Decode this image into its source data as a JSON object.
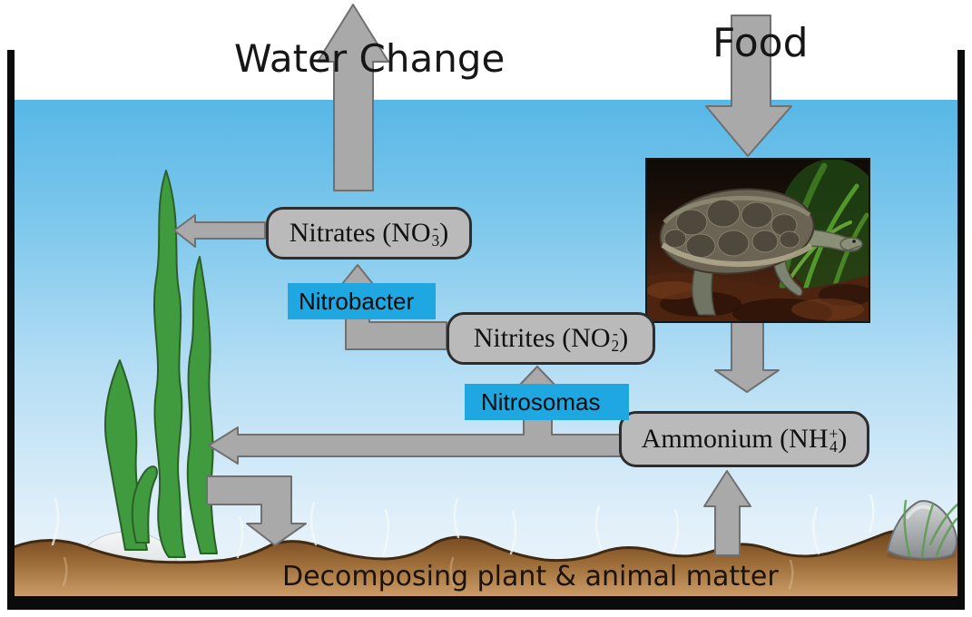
{
  "labels": {
    "water_change": "Water Change",
    "food": "Food",
    "decomposing": "Decomposing plant & animal matter"
  },
  "nodes": {
    "nitrates": {
      "prefix": "Nitrates (NO",
      "sub": "3",
      "sup": "-",
      "suffix": ")"
    },
    "nitrites": {
      "prefix": "Nitrites (NO",
      "sub": "2",
      "sup": "-",
      "suffix": ")"
    },
    "ammonium": {
      "prefix": "Ammonium (NH",
      "sub": "4",
      "sup": "+",
      "suffix": ")"
    }
  },
  "bacteria": {
    "nitrobacter": "Nitrobacter",
    "nitrosomas": "Nitrosomas"
  },
  "images": {
    "turtle_photo": "turtle-photo",
    "plants": "aquatic-plants",
    "rock": "rock",
    "stone": "stone"
  },
  "flows": [
    {
      "from": "food",
      "to": "turtle"
    },
    {
      "from": "turtle",
      "to": "ammonium"
    },
    {
      "from": "ammonium",
      "to": "nitrites",
      "via": "Nitrosomas"
    },
    {
      "from": "nitrites",
      "to": "nitrates",
      "via": "Nitrobacter"
    },
    {
      "from": "nitrates",
      "to": "water_change"
    },
    {
      "from": "nitrates",
      "to": "plants"
    },
    {
      "from": "ammonium",
      "to": "plants"
    },
    {
      "from": "plants",
      "to": "decomposing_matter"
    },
    {
      "from": "decomposing_matter",
      "to": "ammonium"
    }
  ],
  "colors": {
    "water_top": "#57b7e6",
    "water_bottom": "#edf5fc",
    "arrow_fill": "#a9a9a9",
    "arrow_stroke": "#707070",
    "node_fill": "#bababa",
    "node_border": "#2d2d2d",
    "bacteria_bg": "#1ea7e0",
    "plant_green": "#3f9b3d",
    "substrate_top": "#6e431d",
    "substrate_bottom": "#cfa06a",
    "tank_border": "#0b0b0b"
  }
}
